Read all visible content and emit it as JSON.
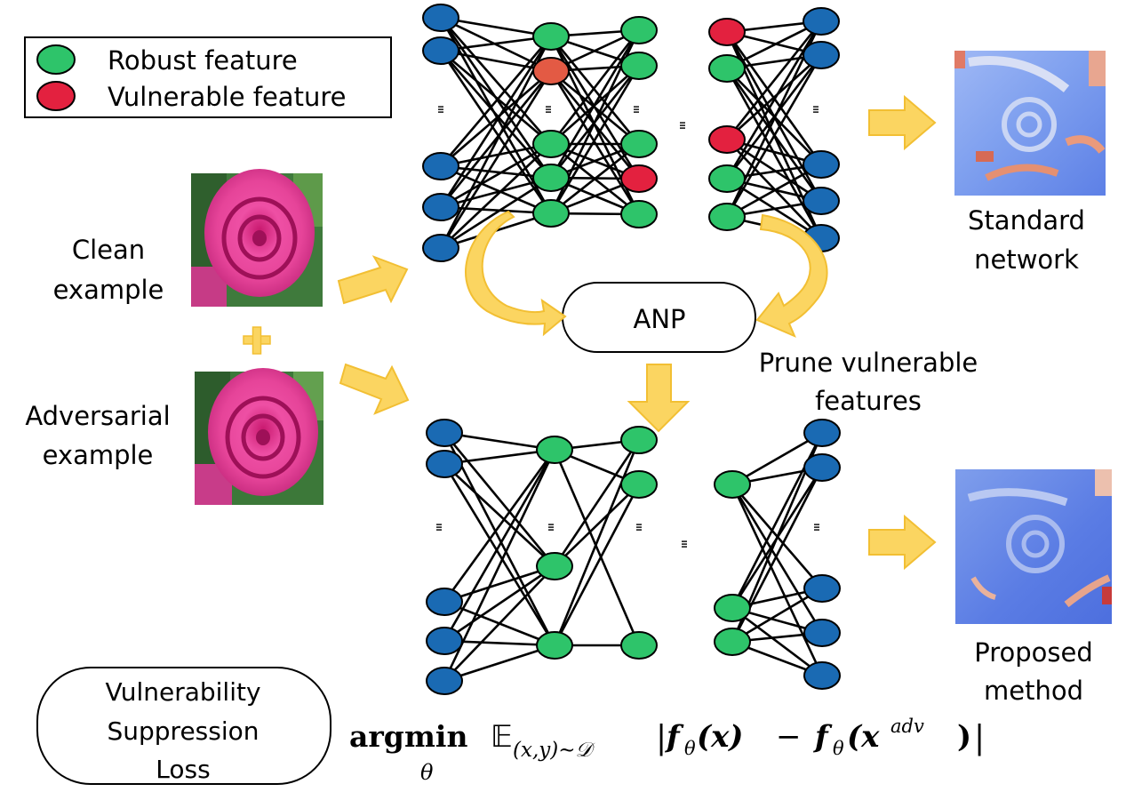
{
  "legend": {
    "robust_label": "Robust feature",
    "vulnerable_label": "Vulnerable feature"
  },
  "inputs": {
    "clean_line1": "Clean",
    "clean_line2": "example",
    "adv_line1": "Adversarial",
    "adv_line2": "example"
  },
  "anp": {
    "label": "ANP",
    "prune_line1": "Prune vulnerable",
    "prune_line2": "features"
  },
  "outputs": {
    "standard_line1": "Standard",
    "standard_line2": "network",
    "proposed_line1": "Proposed",
    "proposed_line2": "method"
  },
  "loss": {
    "line1": "Vulnerability",
    "line2": "Suppression",
    "line3": "Loss"
  },
  "formula": {
    "arg": "arg",
    "min": "min",
    "theta_sub": "θ",
    "E": "𝔼",
    "E_sub": "(x,y)∼𝒟",
    "bar_open": "|",
    "f1": "f",
    "f1_sub": "θ",
    "f1_arg": "(x)",
    "minus": "−",
    "f2": "f",
    "f2_sub": "θ",
    "f2_arg_open": "(x",
    "f2_sup": "adv",
    "f2_arg_close": ")",
    "bar_close": "|"
  },
  "colors": {
    "robust": "#2ec46a",
    "vulnerable": "#e3213f",
    "vulnerable_alt": "#e35a44",
    "neuron_blue": "#1a6ab3",
    "arrow_fill": "#fbd561",
    "arrow_stroke": "#f2bf33"
  },
  "icons": {
    "arrow": "block-arrow-icon",
    "plus": "plus-icon",
    "ellipsis": "vertical-ellipsis-icon"
  }
}
